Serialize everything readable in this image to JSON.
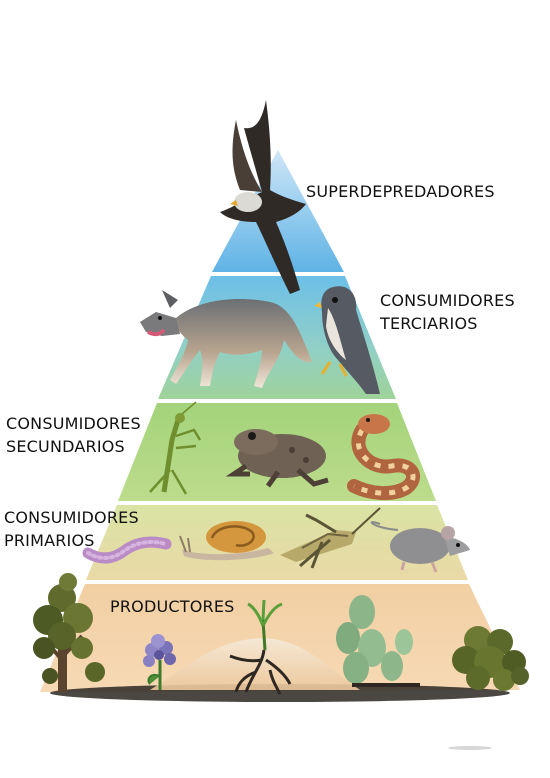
{
  "levels": {
    "apex": {
      "line1": "SUPERDEPREDADORES"
    },
    "tertiary": {
      "line1": "CONSUMIDORES",
      "line2": "TERCIARIOS"
    },
    "secondary": {
      "line1": "CONSUMIDORES",
      "line2": "SECUNDARIOS"
    },
    "primary": {
      "line1": "CONSUMIDORES",
      "line2": "PRIMARIOS"
    },
    "producers": {
      "line1": "PRODUCTORES"
    }
  },
  "icons": [
    "eagle-icon",
    "wolf-icon",
    "falcon-icon",
    "mantis-icon",
    "toad-icon",
    "snake-icon",
    "worm-icon",
    "snail-icon",
    "grasshopper-icon",
    "mouse-icon",
    "tree-icon",
    "flower-icon",
    "sprout-icon",
    "cactus-icon",
    "shrub-icon"
  ]
}
